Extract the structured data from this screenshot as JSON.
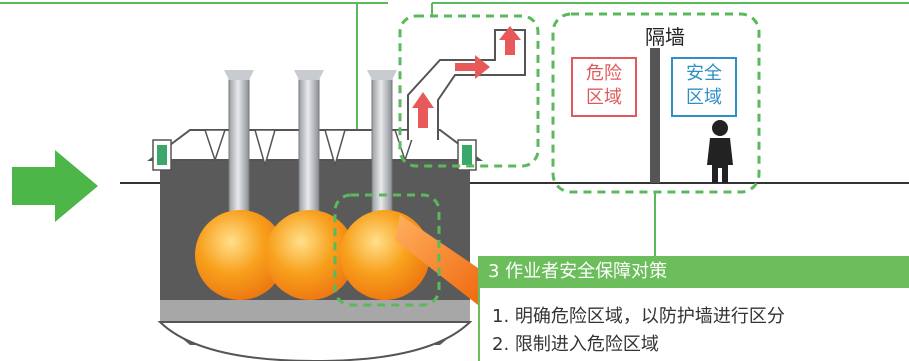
{
  "wall_label": "隔墙",
  "danger_zone": {
    "line1": "危险",
    "line2": "区域"
  },
  "safe_zone": {
    "line1": "安全",
    "line2": "区域"
  },
  "measures": {
    "title": "3 作业者安全保障对策",
    "items": [
      "1. 明确危险区域，以防护墙进行区分",
      "2. 限制进入危险区域"
    ]
  },
  "colors": {
    "accent_green": "#6cbd5b",
    "dashed_green": "#5cb85c",
    "danger_red": "#e05a5a",
    "safe_blue": "#2f8fc8",
    "furnace_gray": "#555555",
    "ball_orange": "#f7a21b"
  },
  "icons": [
    "flow-arrow-icon",
    "person-icon",
    "up-arrow-icon",
    "right-arrow-icon",
    "sensor-icon"
  ]
}
